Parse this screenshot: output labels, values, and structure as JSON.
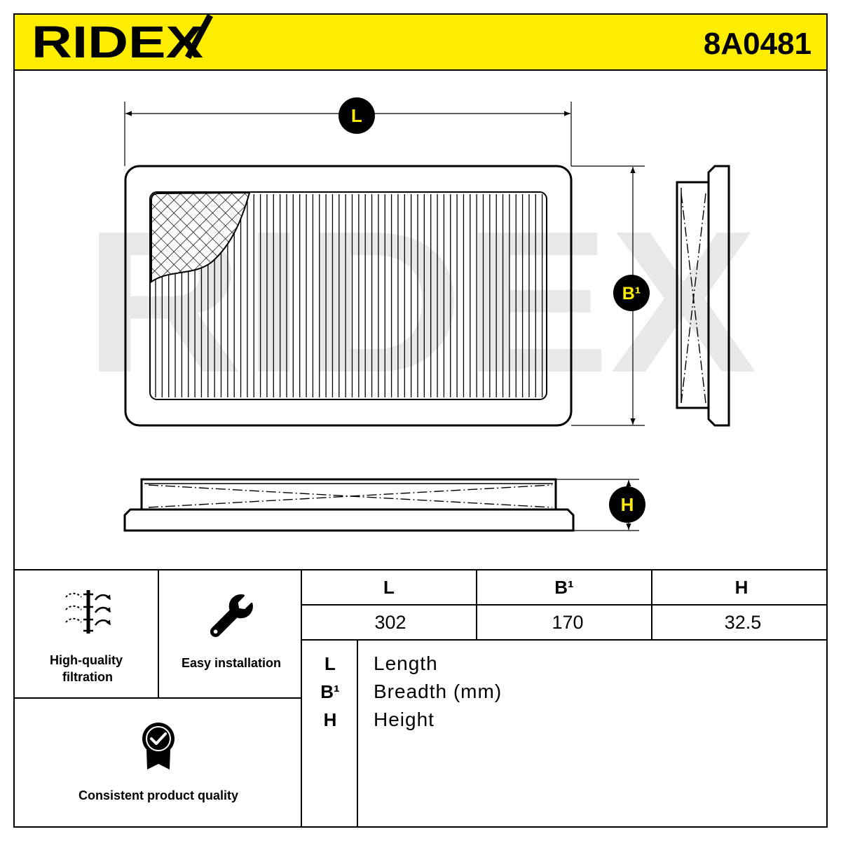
{
  "header": {
    "brand": "RIDEX",
    "part_number": "8A0481"
  },
  "watermark": "RIDEX",
  "drawing": {
    "labels": {
      "length": "L",
      "breadth": "B¹",
      "height": "H"
    }
  },
  "features": {
    "filtration": {
      "line1": "High-quality",
      "line2": "filtration",
      "icon": "filtration-icon"
    },
    "installation": {
      "label": "Easy installation",
      "icon": "wrench-icon"
    },
    "quality": {
      "label": "Consistent product quality",
      "icon": "quality-badge-icon"
    }
  },
  "dimensions_table": {
    "headers": [
      "L",
      "B¹",
      "H"
    ],
    "values": [
      "302",
      "170",
      "32.5"
    ]
  },
  "legend": [
    {
      "symbol": "L",
      "text": "Length"
    },
    {
      "symbol": "B¹",
      "text": "Breadth (mm)"
    },
    {
      "symbol": "H",
      "text": "Height"
    }
  ],
  "colors": {
    "accent": "#FFED00",
    "line": "#000000",
    "watermark": "#E8E8E8"
  }
}
